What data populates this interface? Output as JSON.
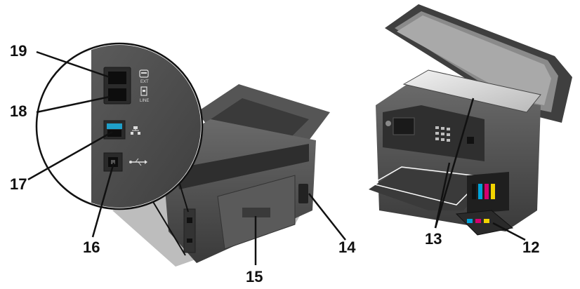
{
  "callouts": {
    "c12": "12",
    "c13": "13",
    "c14": "14",
    "c15": "15",
    "c16": "16",
    "c17": "17",
    "c18": "18",
    "c19": "19"
  },
  "ports": {
    "ext_label": "EXT",
    "line_label": "LINE"
  },
  "icons": [
    "phone-icon",
    "wall-jack-icon",
    "ethernet-icon",
    "usb-icon"
  ],
  "colors": {
    "printer_body": "#4a4a4a",
    "printer_dark": "#2b2b2b",
    "glass": "#cfcfcf",
    "ink_cyan": "#00a3d9",
    "ink_magenta": "#d4006f",
    "ink_yellow": "#f2d400"
  }
}
